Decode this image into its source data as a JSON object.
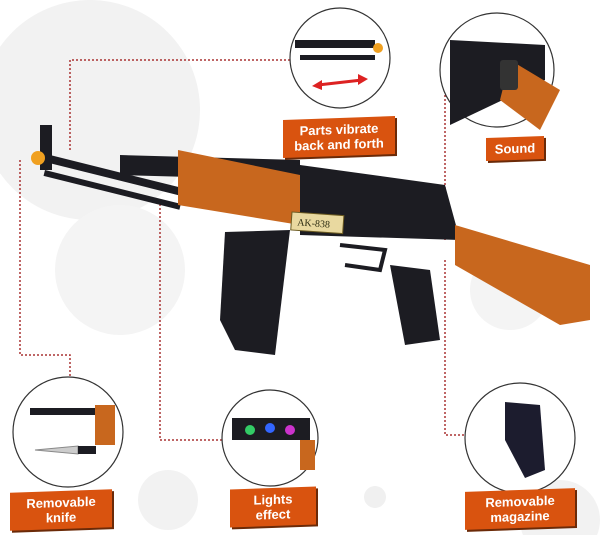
{
  "product": {
    "badge_text": "AK-838",
    "colors": {
      "accent": "#d9530f",
      "wood": "#c8671e",
      "body": "#1c1c22"
    }
  },
  "callouts": [
    {
      "label": "Parts vibrate back and forth"
    },
    {
      "label": "Sound"
    },
    {
      "label": "Removable knife"
    },
    {
      "label": "Lights effect"
    },
    {
      "label": "Removable magazine"
    }
  ]
}
